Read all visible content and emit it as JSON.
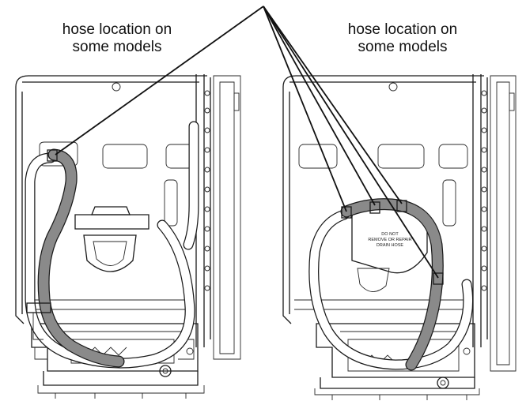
{
  "captions": {
    "left": {
      "line1": "hose location on",
      "line2": "some models"
    },
    "right": {
      "line1": "hose location on",
      "line2": "some models"
    }
  },
  "labels": {
    "tub_text_1": "DO NOT",
    "tub_text_2": "REMOVE OR REPAIR",
    "tub_text_3": "DRAIN HOSE"
  },
  "colors": {
    "line": "#1a1a1a",
    "hose_gray": "#8a8a8a",
    "background": "#ffffff"
  }
}
